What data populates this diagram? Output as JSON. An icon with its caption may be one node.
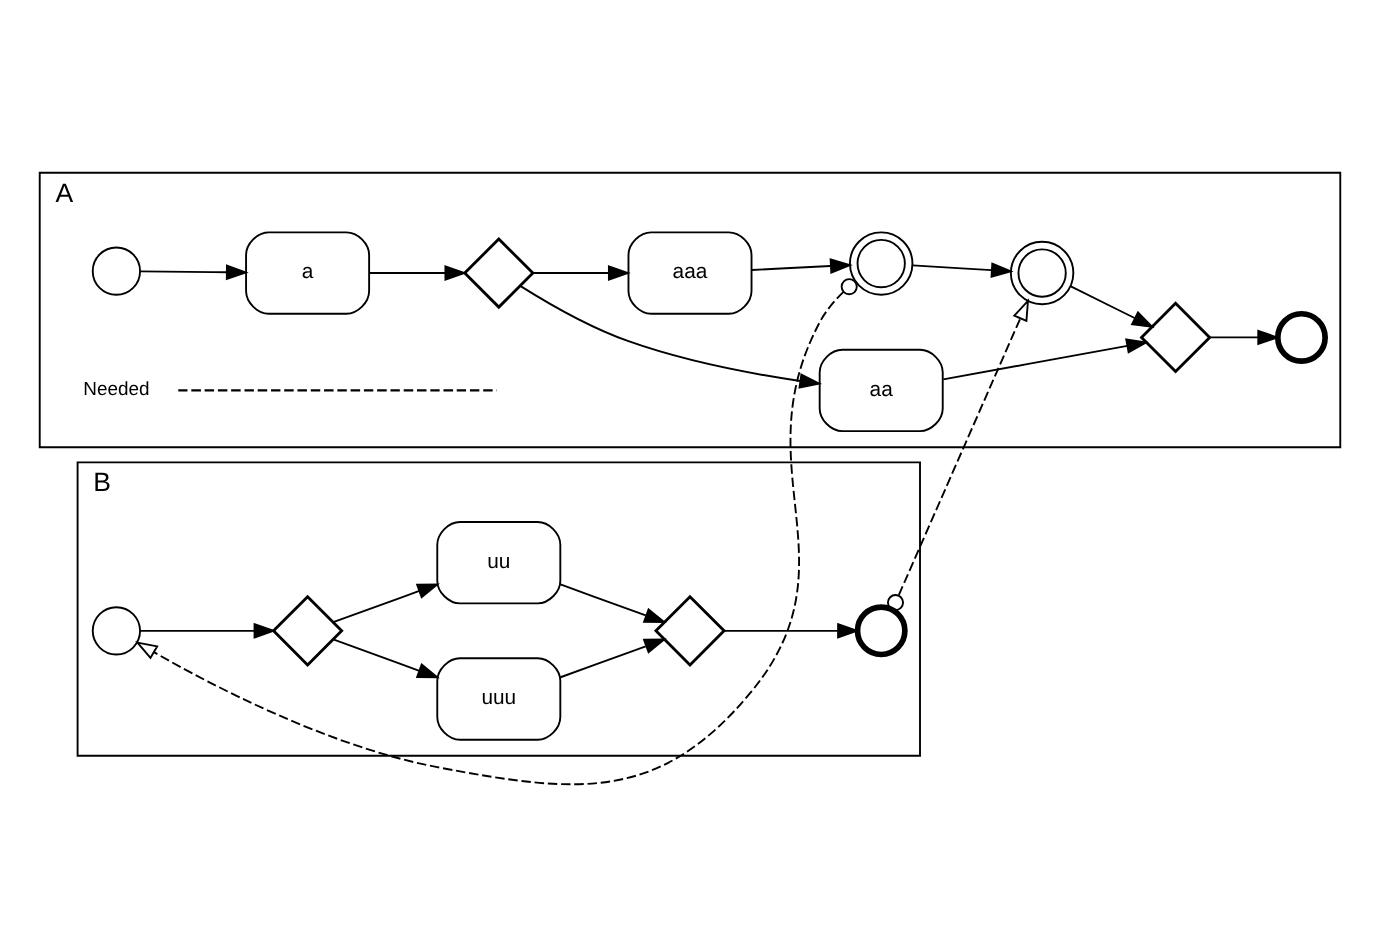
{
  "diagram": {
    "nodes": [
      {
        "text": [
          "A"
        ]
      },
      {
        "text": [],
        "shape": "circle",
        "in": 0
      },
      {
        "text": [
          "a"
        ],
        "in": 0
      },
      {
        "text": [],
        "shape": "diamond",
        "in": 0
      },
      {
        "text": [
          "aa"
        ],
        "in": 0
      },
      {
        "text": [
          "aaa"
        ],
        "in": 0
      },
      {
        "text": [],
        "shape": "diamond",
        "in": 0
      },
      {
        "text": [],
        "shape": "circle",
        "in": 0
      },
      {
        "text": [],
        "shape": "circle",
        "in": 0
      },
      {
        "text": [],
        "shape": "circle",
        "in": 0
      },
      {
        "text": [
          "Needed"
        ],
        "in": 0
      },
      {
        "text": [
          "B"
        ]
      },
      {
        "text": [],
        "shape": "circle",
        "in": 11
      },
      {
        "text": [],
        "shape": "diamond",
        "in": 11
      },
      {
        "text": [
          "uuu"
        ],
        "in": 11
      },
      {
        "text": [
          "uu"
        ],
        "in": 11
      },
      {
        "text": [],
        "shape": "diamond",
        "in": 11
      },
      {
        "text": [],
        "shape": "circle",
        "in": 11
      }
    ],
    "edges": [
      {
        "from": 1,
        "to": 2,
        "arrow": "to"
      },
      {
        "from": 2,
        "to": 3,
        "arrow": "to"
      },
      {
        "from": 3,
        "to": 4,
        "arrow": "to"
      },
      {
        "from": 3,
        "to": 5,
        "arrow": "to"
      },
      {
        "from": 4,
        "to": 6,
        "arrow": "to"
      },
      {
        "from": 5,
        "to": 8,
        "arrow": "to"
      },
      {
        "from": 8,
        "to": 9,
        "arrow": "to"
      },
      {
        "from": 9,
        "to": 6,
        "arrow": "to"
      },
      {
        "from": 6,
        "to": 7,
        "arrow": "to"
      },
      {
        "from": 10,
        "to": null,
        "arrow": "none",
        "style": "dashed"
      },
      {
        "from": 8,
        "to": 12,
        "arrow": "to",
        "style": "dashed"
      },
      {
        "from": 17,
        "to": 9,
        "arrow": "to",
        "style": "dashed"
      },
      {
        "from": 12,
        "to": 13,
        "arrow": "to"
      },
      {
        "from": 13,
        "to": 14,
        "arrow": "to"
      },
      {
        "from": 13,
        "to": 15,
        "arrow": "to"
      },
      {
        "from": 14,
        "to": 16,
        "arrow": "to"
      },
      {
        "from": 15,
        "to": 16,
        "arrow": "to"
      },
      {
        "from": 16,
        "to": 17,
        "arrow": "to"
      }
    ]
  }
}
